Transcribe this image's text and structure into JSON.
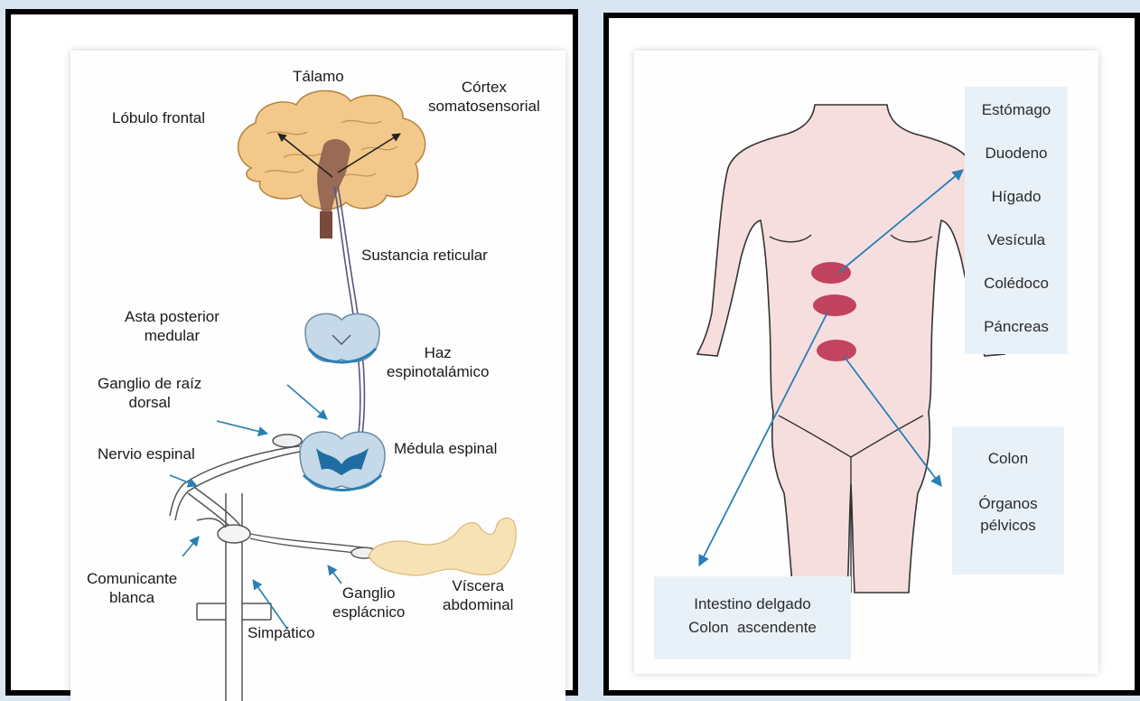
{
  "left_diagram": {
    "labels": {
      "talamo": "Tálamo",
      "cortex": "Córtex\nsomatosensorial",
      "lobulo_frontal": "Lóbulo frontal",
      "sustancia_reticular": "Sustancia reticular",
      "asta_posterior": "Asta posterior\nmedular",
      "haz_espinotalamico": "Haz\nespinotalámico",
      "ganglio_raiz_dorsal": "Ganglio de raíz\ndorsal",
      "medula_espinal": "Médula espinal",
      "nervio_espinal": "Nervio espinal",
      "comunicante_blanca": "Comunicante\nblanca",
      "ganglio_esplacnico": "Ganglio\nesplácnico",
      "viscera_abdominal": "Víscera\nabdominal",
      "simpatico": "Simpático"
    }
  },
  "right_diagram": {
    "upper_organs": [
      "Estómago",
      "Duodeno",
      "Hígado",
      "Vesícula",
      "Colédoco",
      "Páncreas"
    ],
    "lower_organs": [
      "Colon",
      "Órganos\npélvicos"
    ],
    "intestine_label": "Intestino delgado\nColon  ascendente"
  },
  "colors": {
    "arrow": "#2a7fb5",
    "pain_zone": "#b8294a",
    "skin": "#f7dede",
    "brain": "#f2c98a",
    "cord": "#c5d9e8",
    "label_box": "#e9f1f8"
  }
}
